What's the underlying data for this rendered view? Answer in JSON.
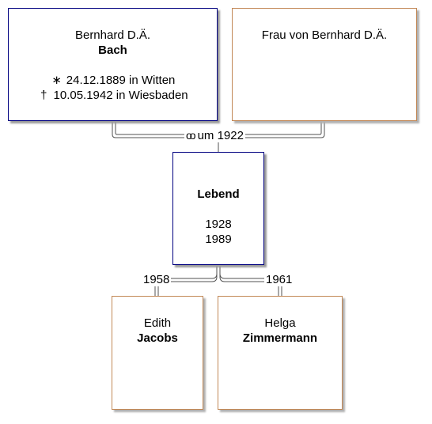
{
  "persons": {
    "father": {
      "given": "Bernhard D.Ä.",
      "surname": "Bach",
      "birth_symbol": "∗",
      "birth": "24.12.1889 in Witten",
      "death_symbol": "†",
      "death": "10.05.1942 in Wiesbaden"
    },
    "mother": {
      "name": "Frau von Bernhard D.Ä."
    },
    "child": {
      "surname": "Lebend",
      "year_start": "1928",
      "year_end": "1989"
    },
    "spouse1": {
      "given": "Edith",
      "surname": "Jacobs"
    },
    "spouse2": {
      "given": "Helga",
      "surname": "Zimmermann"
    }
  },
  "marriages": {
    "parents": {
      "symbol": "oo",
      "label": "um 1922"
    },
    "child_first": {
      "label": "1958"
    },
    "child_second": {
      "label": "1961"
    }
  },
  "colors": {
    "male_border": "#000080",
    "female_border": "#c28856",
    "connector": "#505050"
  }
}
